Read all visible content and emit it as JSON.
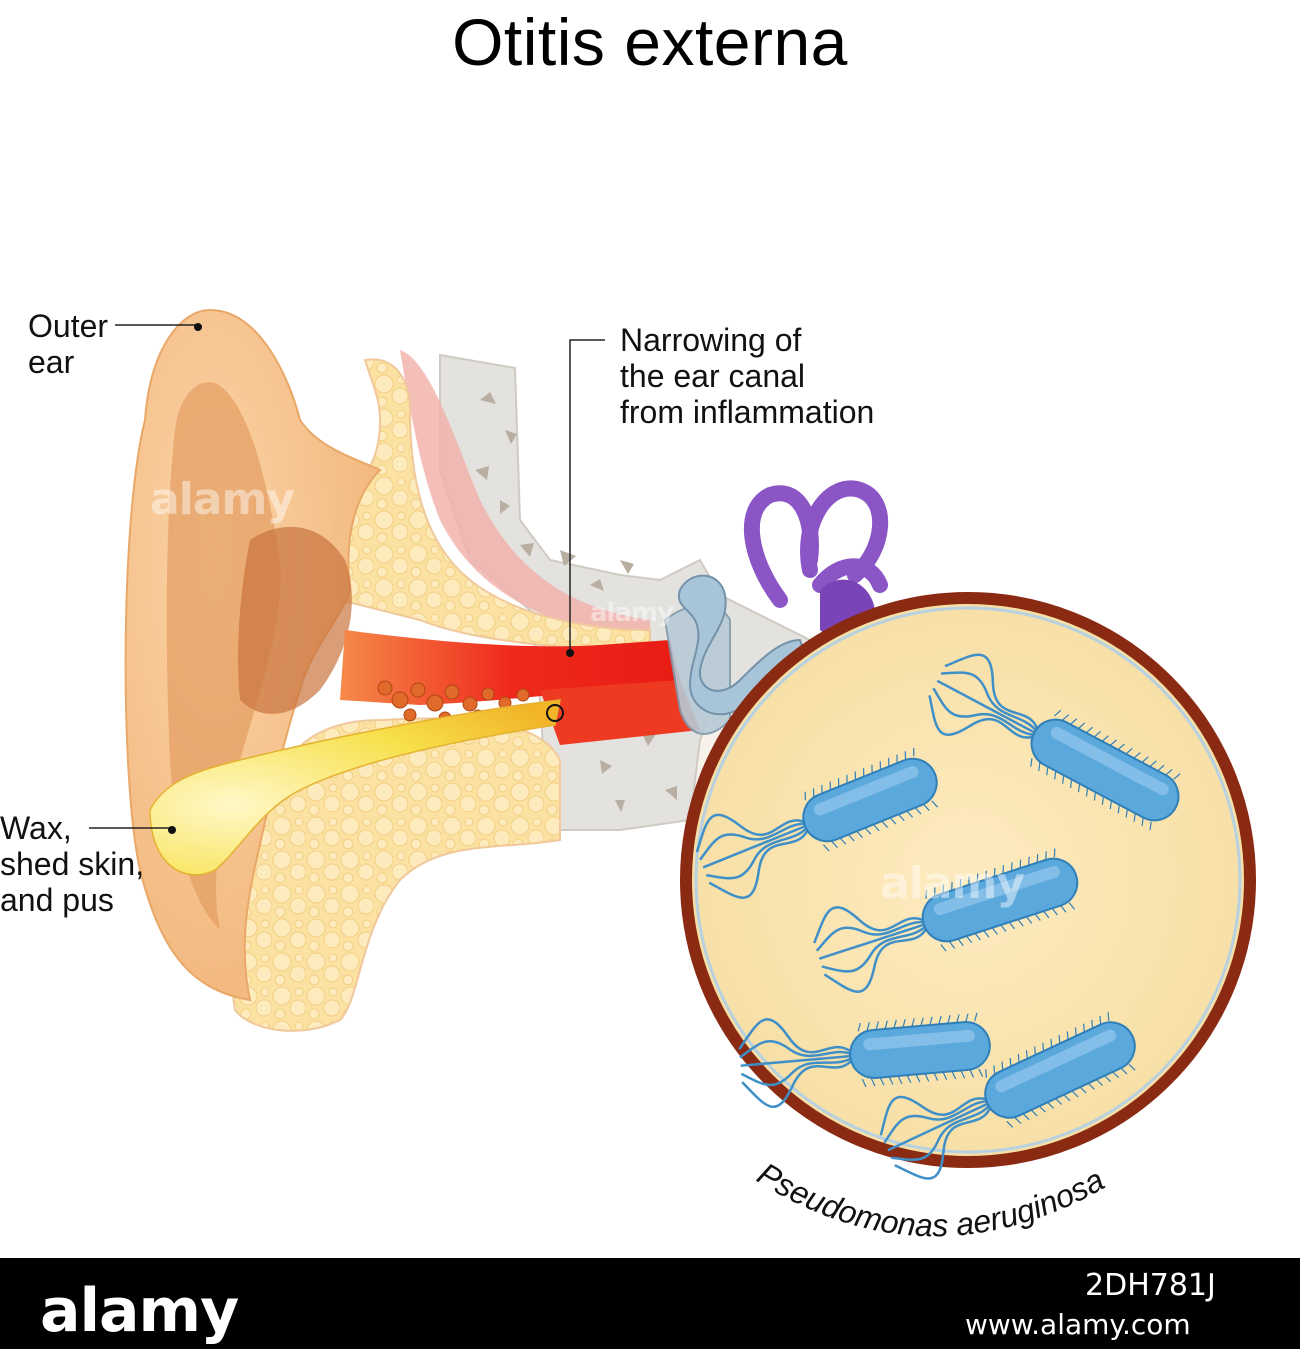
{
  "title": "Otitis externa",
  "labels": {
    "outer_ear": [
      "Outer",
      "ear"
    ],
    "narrowing": [
      "Narrowing of",
      "the ear canal",
      "from inflammation"
    ],
    "wax": [
      "Wax,",
      "shed skin,",
      "and pus"
    ],
    "bacteria": "Pseudomonas aeruginosa"
  },
  "watermark": "alamy",
  "footer": {
    "brand": "alamy",
    "image_id": "2DH781J",
    "site": "www.alamy.com"
  },
  "colors": {
    "pinna": "#f6c18e",
    "canal_inflamed": "#ef2a1c",
    "pus": "#f6df4a",
    "fat": "#fbe3a6",
    "bone": "#e4e2de",
    "cochlea": "#8b55c6",
    "ossicles": "#a8c4d8",
    "circle_border": "#8a2a12",
    "circle_fill": "#fbe6b6",
    "bacteria": "#5ba8dd"
  }
}
